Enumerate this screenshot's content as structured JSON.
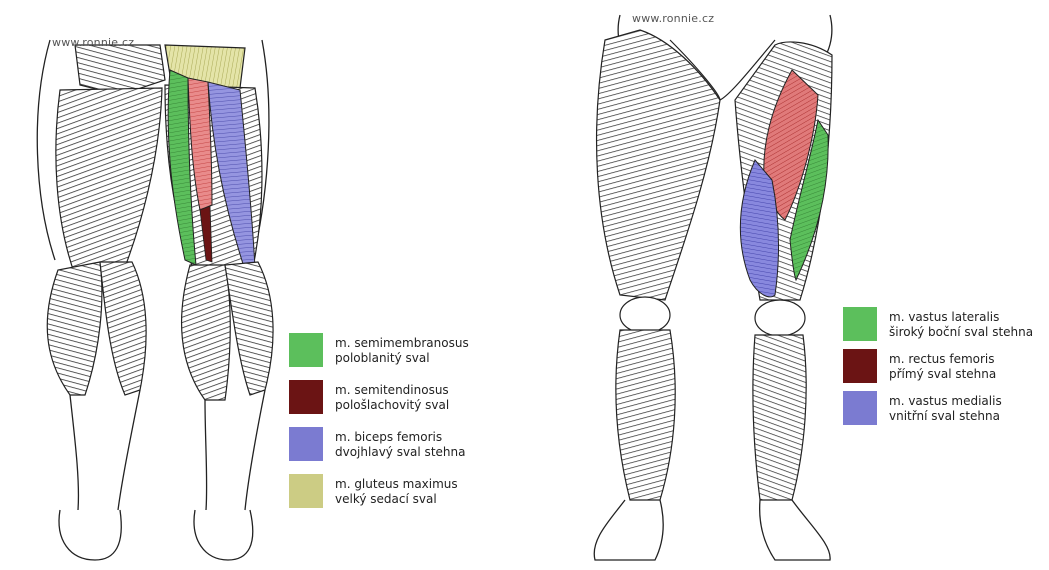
{
  "watermark": "www.ronnie.cz",
  "posterior_legend": [
    {
      "latin": "m. semimembranosus",
      "czech": "poloblanitý sval",
      "color": "#5cbf5c"
    },
    {
      "latin": "m. semitendinosus",
      "czech": "pološlachovitý sval",
      "color": "#6b1414"
    },
    {
      "latin": "m. biceps femoris",
      "czech": "dvojhlavý sval stehna",
      "color": "#7b7bd1"
    },
    {
      "latin": "m. gluteus maximus",
      "czech": "velký sedací sval",
      "color": "#cccc84"
    }
  ],
  "anterior_legend": [
    {
      "latin": "m. vastus lateralis",
      "czech": "široký boční sval stehna",
      "color": "#5cbf5c"
    },
    {
      "latin": "m. rectus femoris",
      "czech": "přímý sval stehna",
      "color": "#6b1414"
    },
    {
      "latin": "m. vastus medialis",
      "czech": "vnitřní sval stehna",
      "color": "#7b7bd1"
    }
  ]
}
